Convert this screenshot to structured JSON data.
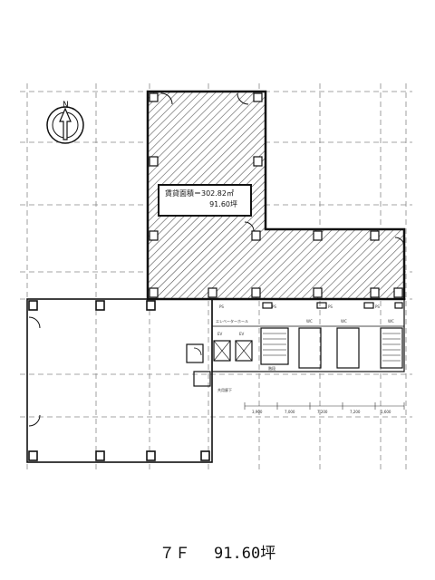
{
  "compass": {
    "north_label": "N"
  },
  "area_box": {
    "area_sqm": "賃貸面積＝302.82㎡",
    "area_tsubo": "91.60坪"
  },
  "caption": {
    "floor": "７Ｆ",
    "tsubo": "91.60坪"
  },
  "tiny_labels": {
    "ps1": "PS",
    "ps2": "PS",
    "ps3": "PS",
    "ps4": "PS",
    "ev_hall": "エレベーターホール",
    "ws1": "WC",
    "ws2": "WC",
    "ws3": "WC",
    "stair": "階段",
    "elev_left": "EV",
    "elev_right": "EV",
    "corridor": "共用廊下",
    "dim1": "3,900",
    "dim2": "7,000",
    "dim3": "7,200",
    "dim4": "7,200",
    "dim5": "1,600"
  }
}
